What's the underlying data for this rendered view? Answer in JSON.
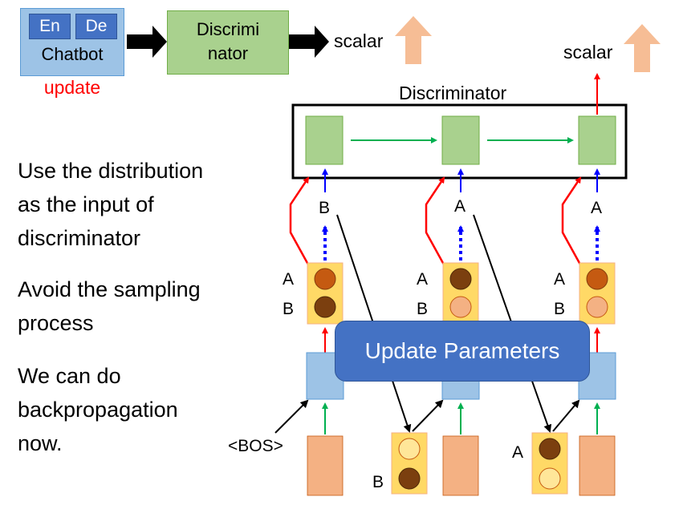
{
  "top": {
    "encoder_label": "En",
    "decoder_label": "De",
    "chatbot_label": "Chatbot",
    "update_label": "update",
    "discriminator_line1": "Discrimi",
    "discriminator_line2": "nator",
    "scalar_label": "scalar"
  },
  "diagram": {
    "discriminator_title": "Discriminator",
    "scalar_label": "scalar",
    "update_parameters_label": "Update Parameters",
    "bos_label": "<BOS>",
    "column_inputs": [
      "B",
      "A",
      "A"
    ],
    "distribution_labels": {
      "first": "A",
      "second": "B"
    },
    "sampled_labels": {
      "b_token": "B",
      "a_token": "A"
    }
  },
  "notes": {
    "point1": [
      "Use the distribution",
      "as the input of",
      "discriminator"
    ],
    "point2": [
      "Avoid the sampling",
      "process"
    ],
    "point3": [
      "We can do",
      "backpropagation",
      "now."
    ]
  },
  "colors": {
    "chatbot_fill": "#9dc3e6",
    "encoder_fill": "#4472c4",
    "discriminator_fill": "#a9d18e",
    "update_red": "#ff0000",
    "arrow_up_fill": "#f4b183",
    "dist_box_fill": "#ffd966",
    "dark_brown": "#7b3f0f",
    "orange_brown": "#c55a11",
    "light_peach": "#f4b183",
    "pale_yellow": "#ffe699",
    "rnn_blue": "#9dc3e6",
    "rnn_salmon": "#f4b183"
  }
}
